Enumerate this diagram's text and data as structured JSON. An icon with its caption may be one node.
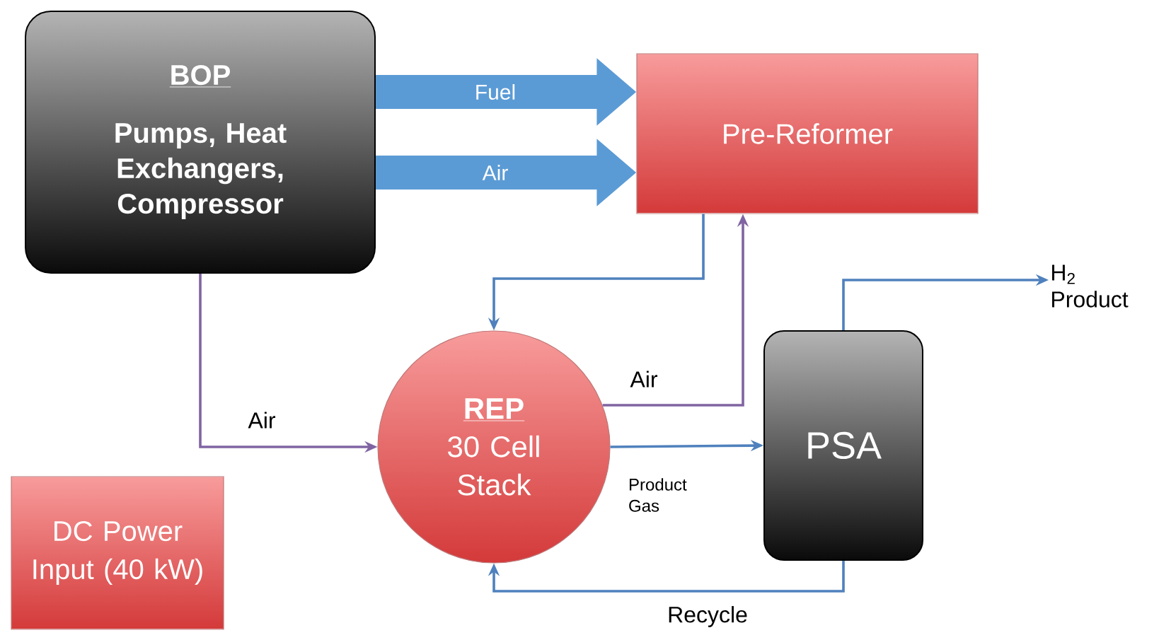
{
  "diagram": {
    "nodes": [
      {
        "text": [
          "BOP",
          "Pumps, Heat Exchangers, Compressor"
        ]
      },
      {
        "text": [
          "Pre-Reformer"
        ]
      },
      {
        "text": [
          "REP",
          "30 Cell Stack"
        ]
      },
      {
        "text": [
          "PSA"
        ]
      },
      {
        "text": [
          "DC Power Input (40 kW)"
        ]
      },
      {
        "text": [
          "H$_{2}$ Product"
        ]
      }
    ],
    "edges": [
      {
        "from": 0,
        "to": 1,
        "arrow": "to",
        "label": "Fuel",
        "style": "thick",
        "color": "#5b9bd5"
      },
      {
        "from": 0,
        "to": 1,
        "arrow": "to",
        "label": "Air",
        "style": "thick",
        "color": "#5b9bd5"
      },
      {
        "from": 0,
        "to": 2,
        "arrow": "to",
        "label": "Air",
        "color": "#8064a2"
      },
      {
        "from": 1,
        "to": 2,
        "arrow": "to"
      },
      {
        "from": 2,
        "to": 1,
        "arrow": "to",
        "label": "Air",
        "color": "#8064a2"
      },
      {
        "from": 2,
        "to": 3,
        "arrow": "to",
        "label": "Product Gas"
      },
      {
        "from": 3,
        "to": 5,
        "arrow": "to"
      },
      {
        "from": 3,
        "to": 2,
        "arrow": "to",
        "label": "Recycle"
      }
    ]
  }
}
